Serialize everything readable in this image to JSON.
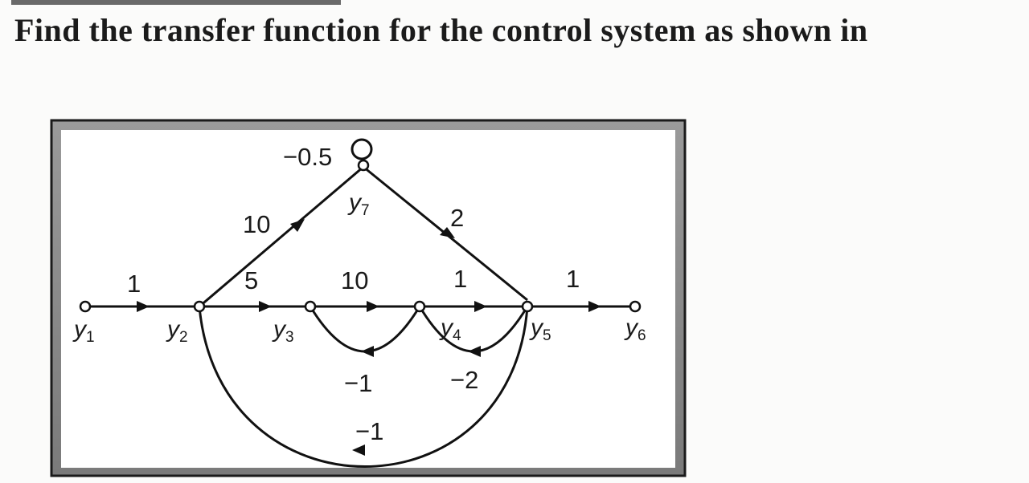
{
  "question": {
    "text": "Find the transfer function for the control system as shown in"
  },
  "diagram": {
    "type": "signal-flow-graph",
    "nodes": [
      {
        "id": "y1",
        "base": "y",
        "sub": "1"
      },
      {
        "id": "y2",
        "base": "y",
        "sub": "2"
      },
      {
        "id": "y3",
        "base": "y",
        "sub": "3"
      },
      {
        "id": "y4",
        "base": "y",
        "sub": "4"
      },
      {
        "id": "y5",
        "base": "y",
        "sub": "5"
      },
      {
        "id": "y6",
        "base": "y",
        "sub": "6"
      },
      {
        "id": "y7",
        "base": "y",
        "sub": "7"
      }
    ],
    "branches": [
      {
        "from": "y1",
        "to": "y2",
        "gain": "1"
      },
      {
        "from": "y2",
        "to": "y3",
        "gain": "5"
      },
      {
        "from": "y3",
        "to": "y4",
        "gain": "10"
      },
      {
        "from": "y4",
        "to": "y5",
        "gain": "1"
      },
      {
        "from": "y5",
        "to": "y6",
        "gain": "1"
      },
      {
        "from": "y2",
        "to": "y7",
        "gain": "10"
      },
      {
        "from": "y7",
        "to": "y5",
        "gain": "2"
      },
      {
        "from": "y7",
        "to": "y7",
        "gain": "−0.5"
      },
      {
        "from": "y4",
        "to": "y3",
        "gain": "−1"
      },
      {
        "from": "y5",
        "to": "y4",
        "gain": "−2"
      },
      {
        "from": "y5",
        "to": "y2",
        "gain": "−1"
      }
    ]
  }
}
